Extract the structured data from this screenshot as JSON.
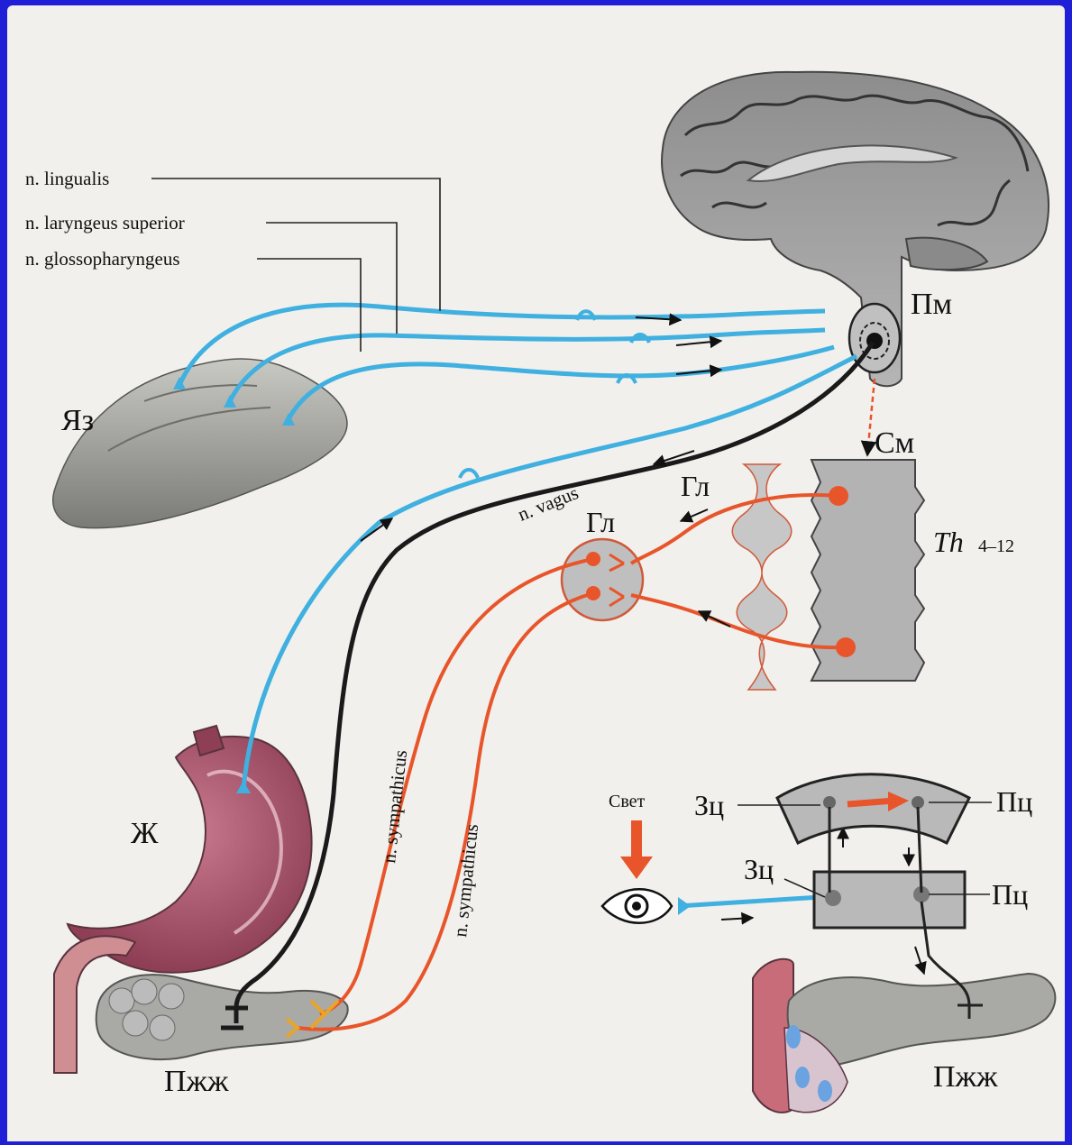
{
  "labels": {
    "lingualis": "n. lingualis",
    "laryngeus": "n. laryngeus superior",
    "glossopharyngeus": "n. glossopharyngeus",
    "vagus": "n. vagus",
    "sympathicus_1": "n. sympathicus",
    "sympathicus_2": "n. sympathicus",
    "tongue": "Яз",
    "medulla": "Пм",
    "spinal_cord": "См",
    "ganglion_chain": "Гл",
    "ganglion": "Гл",
    "thoracic": "Th",
    "thoracic_range": "4–12",
    "stomach": "Ж",
    "pancreas_left": "Пжж",
    "pancreas_right": "Пжж",
    "light": "Свет",
    "cortex_sensory": "Зц",
    "cortex_secretory": "Пц",
    "subcortex_sensory": "Зц",
    "subcortex_secretory": "Пц"
  },
  "colors": {
    "frame": "#1f1fd8",
    "afferent": "#3fb0e0",
    "efferent_vagus": "#1a1a1a",
    "sympathetic": "#e8552a",
    "tissue_gray": "#9a9a9a"
  }
}
